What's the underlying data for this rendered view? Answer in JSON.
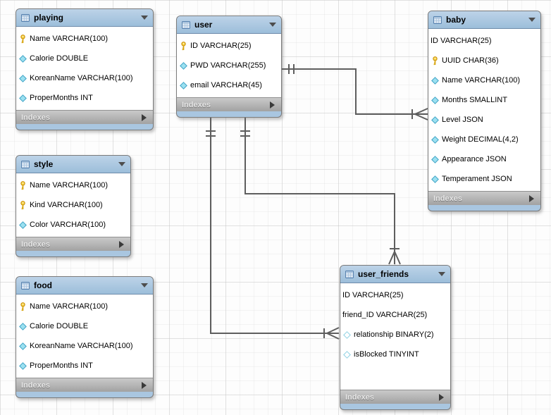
{
  "tables": [
    {
      "name": "playing",
      "header": {
        "title": "playing",
        "icon": "table-icon",
        "collapse_icon": "triangle-down-icon"
      },
      "columns": [
        {
          "icon": "primary-key-icon",
          "label": "Name VARCHAR(100)"
        },
        {
          "icon": "not-null-column-icon",
          "label": "Calorie DOUBLE"
        },
        {
          "icon": "not-null-column-icon",
          "label": "KoreanName VARCHAR(100)"
        },
        {
          "icon": "not-null-column-icon",
          "label": "ProperMonths INT"
        }
      ],
      "footer": {
        "label": "Indexes",
        "expand_icon": "triangle-right-icon"
      }
    },
    {
      "name": "user",
      "header": {
        "title": "user",
        "icon": "table-icon",
        "collapse_icon": "triangle-down-icon"
      },
      "columns": [
        {
          "icon": "primary-key-icon",
          "label": "ID VARCHAR(25)"
        },
        {
          "icon": "not-null-column-icon",
          "label": "PWD VARCHAR(255)"
        },
        {
          "icon": "not-null-column-icon",
          "label": "email VARCHAR(45)"
        }
      ],
      "footer": {
        "label": "Indexes",
        "expand_icon": "triangle-right-icon"
      }
    },
    {
      "name": "baby",
      "header": {
        "title": "baby",
        "icon": "table-icon",
        "collapse_icon": "triangle-down-icon"
      },
      "columns": [
        {
          "icon": null,
          "label": "ID VARCHAR(25)"
        },
        {
          "icon": "primary-key-icon",
          "label": "UUID CHAR(36)"
        },
        {
          "icon": "not-null-column-icon",
          "label": "Name VARCHAR(100)"
        },
        {
          "icon": "not-null-column-icon",
          "label": "Months SMALLINT"
        },
        {
          "icon": "not-null-column-icon",
          "label": "Level JSON"
        },
        {
          "icon": "not-null-column-icon",
          "label": "Weight DECIMAL(4,2)"
        },
        {
          "icon": "not-null-column-icon",
          "label": "Appearance JSON"
        },
        {
          "icon": "not-null-column-icon",
          "label": "Temperament JSON"
        }
      ],
      "footer": {
        "label": "Indexes",
        "expand_icon": "triangle-right-icon"
      }
    },
    {
      "name": "style",
      "header": {
        "title": "style",
        "icon": "table-icon",
        "collapse_icon": "triangle-down-icon"
      },
      "columns": [
        {
          "icon": "primary-key-icon",
          "label": "Name VARCHAR(100)"
        },
        {
          "icon": "primary-key-icon",
          "label": "Kind VARCHAR(100)"
        },
        {
          "icon": "not-null-column-icon",
          "label": "Color VARCHAR(100)"
        }
      ],
      "footer": {
        "label": "Indexes",
        "expand_icon": "triangle-right-icon"
      }
    },
    {
      "name": "food",
      "header": {
        "title": "food",
        "icon": "table-icon",
        "collapse_icon": "triangle-down-icon"
      },
      "columns": [
        {
          "icon": "primary-key-icon",
          "label": "Name VARCHAR(100)"
        },
        {
          "icon": "not-null-column-icon",
          "label": "Calorie DOUBLE"
        },
        {
          "icon": "not-null-column-icon",
          "label": "KoreanName VARCHAR(100)"
        },
        {
          "icon": "not-null-column-icon",
          "label": "ProperMonths INT"
        }
      ],
      "footer": {
        "label": "Indexes",
        "expand_icon": "triangle-right-icon"
      }
    },
    {
      "name": "user_friends",
      "header": {
        "title": "user_friends",
        "icon": "table-icon",
        "collapse_icon": "triangle-down-icon"
      },
      "columns": [
        {
          "icon": null,
          "label": "ID VARCHAR(25)"
        },
        {
          "icon": null,
          "label": "friend_ID VARCHAR(25)"
        },
        {
          "icon": "nullable-column-icon",
          "label": "relationship BINARY(2)"
        },
        {
          "icon": "nullable-column-icon",
          "label": "isBlocked TINYINT"
        }
      ],
      "footer": {
        "label": "Indexes",
        "expand_icon": "triangle-right-icon"
      }
    }
  ],
  "connectors": [
    {
      "name": "rel-user-baby",
      "from_table": "user",
      "to_table": "baby",
      "from_cardinality": "one",
      "to_cardinality": "many"
    },
    {
      "name": "rel-user-user_friends-side",
      "from_table": "user",
      "to_table": "user_friends",
      "from_cardinality": "one",
      "to_cardinality": "many"
    },
    {
      "name": "rel-user-user_friends-top",
      "from_table": "user",
      "to_table": "user_friends",
      "from_cardinality": "one",
      "to_cardinality": "many"
    }
  ],
  "colors": {
    "table_header_blue": "#a9c6e0",
    "table_footer_gray": "#b2b2b2",
    "primary_key_yellow": "#f2c718",
    "column_diamond_cyan": "#9be0f0",
    "connector_gray": "#5e5e5e",
    "grid_line": "#e8e8e8"
  }
}
